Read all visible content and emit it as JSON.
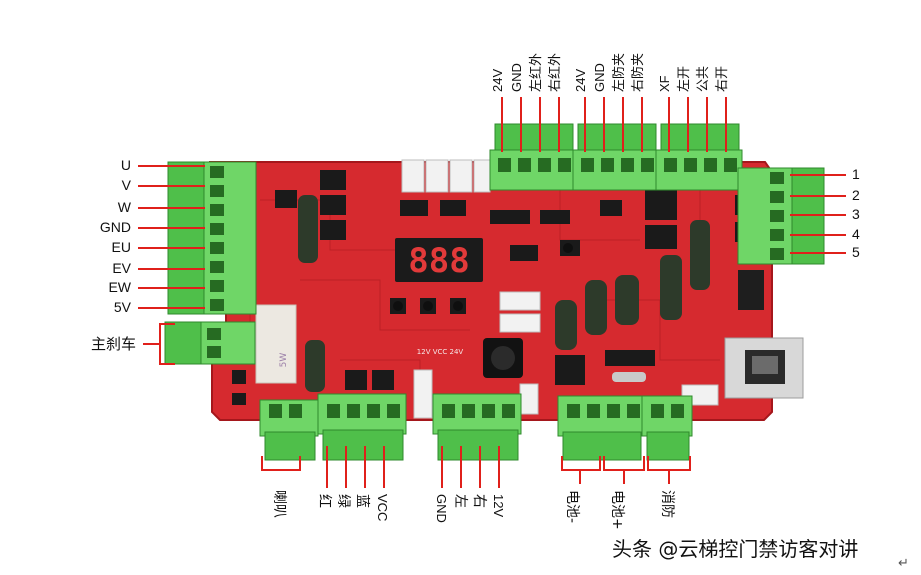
{
  "labels": {
    "left": [
      "U",
      "V",
      "W",
      "GND",
      "EU",
      "EV",
      "EW",
      "5V"
    ],
    "left_brake": "主刹车",
    "top_group1": [
      "24V",
      "GND",
      "左红外",
      "右红外"
    ],
    "top_group2": [
      "24V",
      "GND",
      "左防夹",
      "右防夹"
    ],
    "top_group3": [
      "XF",
      "左开",
      "公共",
      "右开"
    ],
    "right": [
      "1",
      "2",
      "3",
      "4",
      "5"
    ],
    "bottom_speaker": "喇叭",
    "bottom_rgb": [
      "红",
      "绿",
      "蓝",
      "VCC"
    ],
    "bottom_sensor": [
      "GND",
      "左",
      "右",
      "12V"
    ],
    "bottom_battery_minus": "电池-",
    "bottom_battery_plus": "电池+",
    "bottom_fire": "消防"
  },
  "board": {
    "display_digits": "888",
    "silk_power": "12V VCC 24V"
  },
  "watermark": "头条 @云梯控门禁访客对讲",
  "return_mark": "↵",
  "colors": {
    "pcb": "#d9272e",
    "terminal": "#4fbf4a",
    "leader": "#e0201b"
  }
}
